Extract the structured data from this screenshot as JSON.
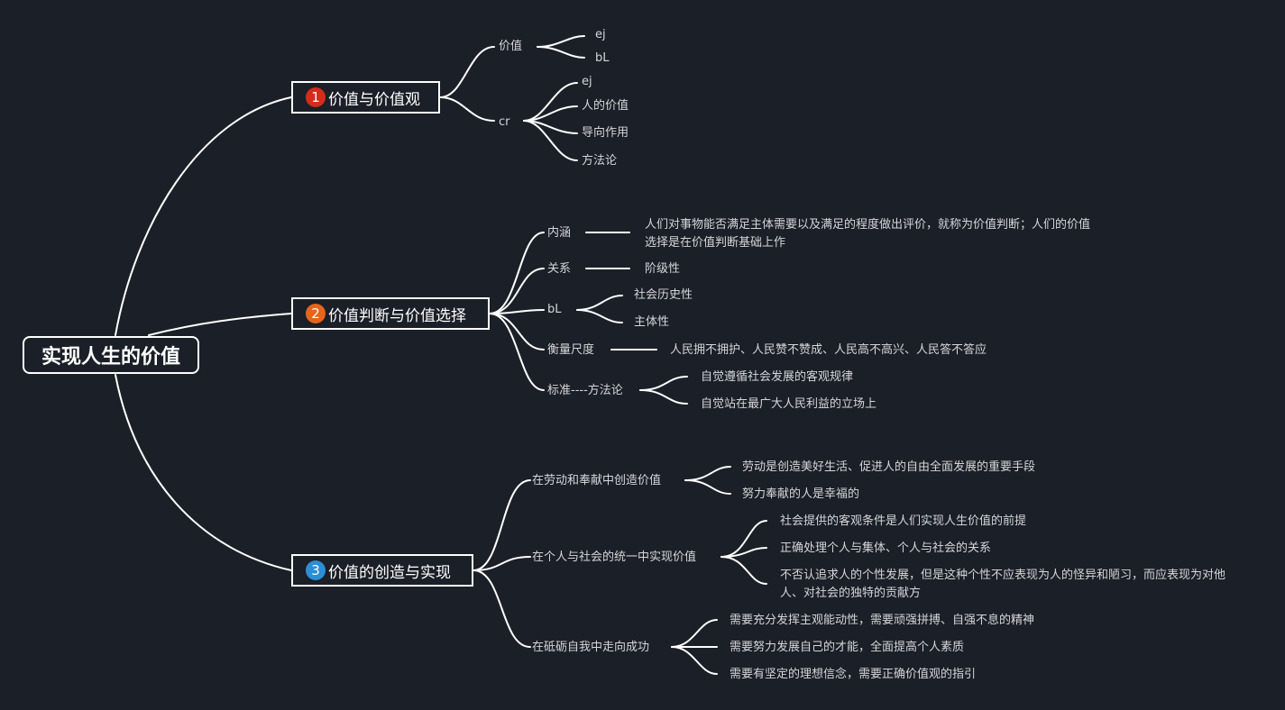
{
  "colors": {
    "background": "#1b1f27",
    "line": "#ffffff",
    "badge1": "#d42c19",
    "badge2": "#e5651a",
    "badge3": "#2a8fd6"
  },
  "root": "实现人生的价值",
  "b1": {
    "num": "1",
    "title": "价值与价值观",
    "c1": {
      "label": "价值",
      "k1": "ej",
      "k2": "bL"
    },
    "c2": {
      "label": "cr",
      "k1": "ej",
      "k2": "人的价值",
      "k3": "导向作用",
      "k4": "方法论"
    }
  },
  "b2": {
    "num": "2",
    "title": "价值判断与价值选择",
    "c1": {
      "label": "内涵",
      "k1": "人们对事物能否满足主体需要以及满足的程度做出评价，就称为价值判断；人们的价值选择是在价值判断基础上作"
    },
    "c2": {
      "label": "关系",
      "k1": "阶级性"
    },
    "c3": {
      "label": "bL",
      "k1": "社会历史性",
      "k2": "主体性"
    },
    "c4": {
      "label": "衡量尺度",
      "k1": "人民拥不拥护、人民赞不赞成、人民高不高兴、人民答不答应"
    },
    "c5": {
      "label": "标准----方法论",
      "k1": "自觉遵循社会发展的客观规律",
      "k2": "自觉站在最广大人民利益的立场上"
    }
  },
  "b3": {
    "num": "3",
    "title": "价值的创造与实现",
    "c1": {
      "label": "在劳动和奉献中创造价值",
      "k1": "劳动是创造美好生活、促进人的自由全面发展的重要手段",
      "k2": "努力奉献的人是幸福的"
    },
    "c2": {
      "label": "在个人与社会的统一中实现价值",
      "k1": "社会提供的客观条件是人们实现人生价值的前提",
      "k2": "正确处理个人与集体、个人与社会的关系",
      "k3": "不否认追求人的个性发展，但是这种个性不应表现为人的怪异和陋习，而应表现为对他人、对社会的独特的贡献方"
    },
    "c3": {
      "label": "在砥砺自我中走向成功",
      "k1": "需要充分发挥主观能动性，需要顽强拼搏、自强不息的精神",
      "k2": "需要努力发展自己的才能，全面提高个人素质",
      "k3": "需要有坚定的理想信念，需要正确价值观的指引"
    }
  }
}
